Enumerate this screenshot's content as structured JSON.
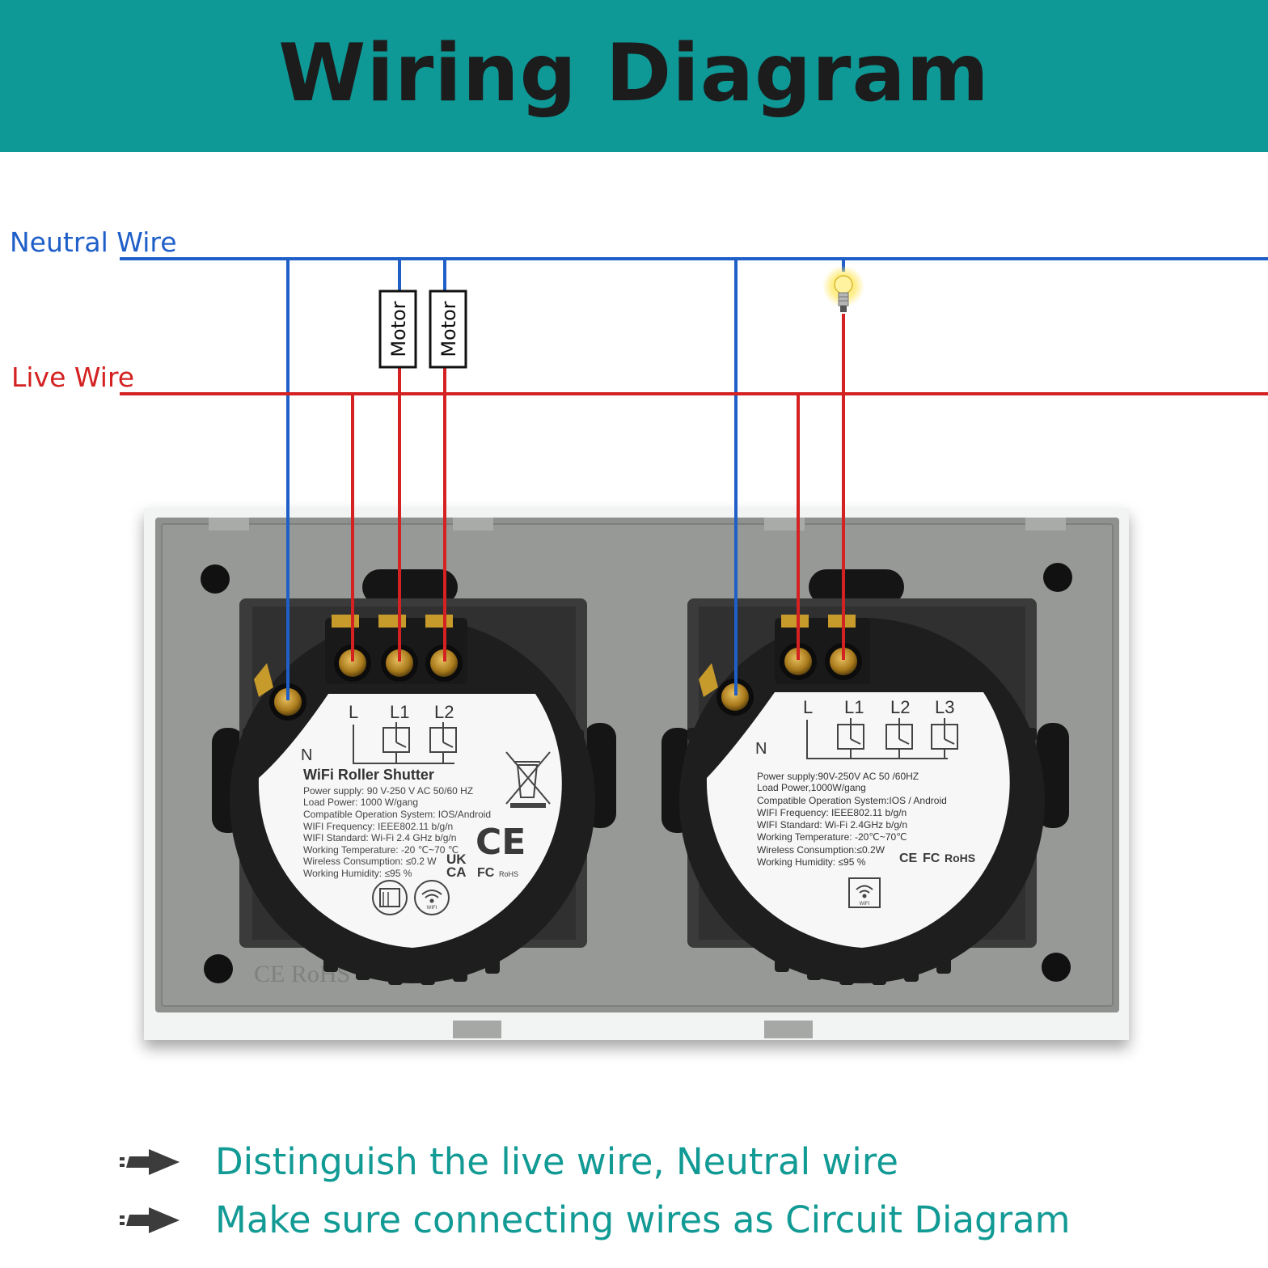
{
  "header": {
    "title": "Wiring Diagram",
    "color": "#0e9896"
  },
  "wires": {
    "neutral_label": "Neutral Wire",
    "live_label": "Live Wire",
    "neutral_color": "#1f5fc8",
    "live_color": "#d42121"
  },
  "loads": {
    "motor_1": "Motor",
    "motor_2": "Motor"
  },
  "shutter_module": {
    "terminals": {
      "n": "N",
      "l": "L",
      "l1": "L1",
      "l2": "L2"
    },
    "title": "WiFi Roller Shutter",
    "specs": [
      "Power supply: 90 V-250 V AC  50/60 HZ",
      "Load Power: 1000 W/gang",
      "Compatible Operation System: IOS/Android",
      "WIFI Frequency: IEEE802.11 b/g/n",
      "WIFI Standard: Wi-Fi 2.4 GHz b/g/n",
      "Working Temperature: -20 ℃~70 ℃",
      "Wireless Consumption: ≤0.2 W",
      "Working Humidity: ≤95 %"
    ],
    "marks": {
      "ce": "CE",
      "ukca_1": "UK",
      "ukca_2": "CA",
      "fc": "FC",
      "rohs": "RoHS",
      "wifi": "WIFI"
    }
  },
  "light_module": {
    "terminals": {
      "n": "N",
      "l": "L",
      "l1": "L1",
      "l2": "L2",
      "l3": "L3"
    },
    "specs": [
      "Power supply:90V-250V AC  50 /60HZ",
      "Load Power,1000W/gang",
      "Compatible Operation System:IOS / Android",
      "WIFI Frequency: IEEE802.11 b/g/n",
      "WIFI Standard: Wi-Fi 2.4GHz b/g/n",
      "Working Temperature: -20℃~70℃",
      "Wireless Consumption:≤0.2W",
      "Working Humidity: ≤95 %"
    ],
    "marks": {
      "ce": "CE",
      "fc": "FC",
      "rohs": "RoHS",
      "wifi": "WIFI"
    }
  },
  "frame": {
    "embossed": "CE RoHS"
  },
  "notes": [
    "Distinguish the live wire, Neutral wire",
    "Make sure connecting wires as Circuit Diagram"
  ]
}
